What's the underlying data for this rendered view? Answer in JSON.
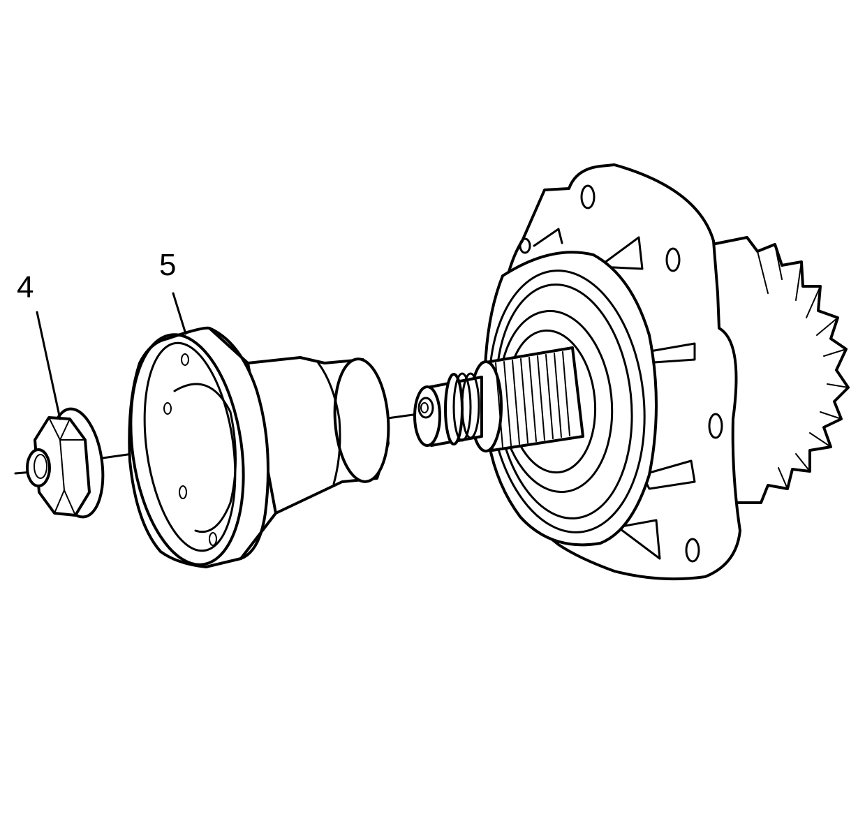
{
  "callouts": [
    {
      "id": "4",
      "label": "4"
    },
    {
      "id": "5",
      "label": "5"
    }
  ],
  "colors": {
    "background": "#ffffff",
    "line": "#000000"
  }
}
